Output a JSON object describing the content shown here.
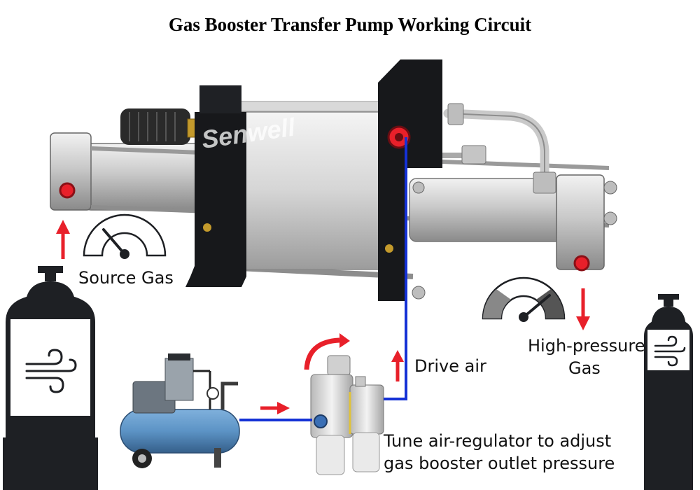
{
  "title": "Gas Booster Transfer Pump Working Circuit",
  "watermark": "Senwell",
  "labels": {
    "source_gas": "Source Gas",
    "high_pressure_line1": "High-pressure",
    "high_pressure_line2": "Gas",
    "drive_air": "Drive air",
    "tune_line1": "Tune air-regulator to adjust",
    "tune_line2": "gas booster outlet pressure"
  },
  "colors": {
    "arrow": "#e8202a",
    "air_line": "#1532d6",
    "cylinder": "#1e2024",
    "compressor_tank": "#5c93c5"
  }
}
